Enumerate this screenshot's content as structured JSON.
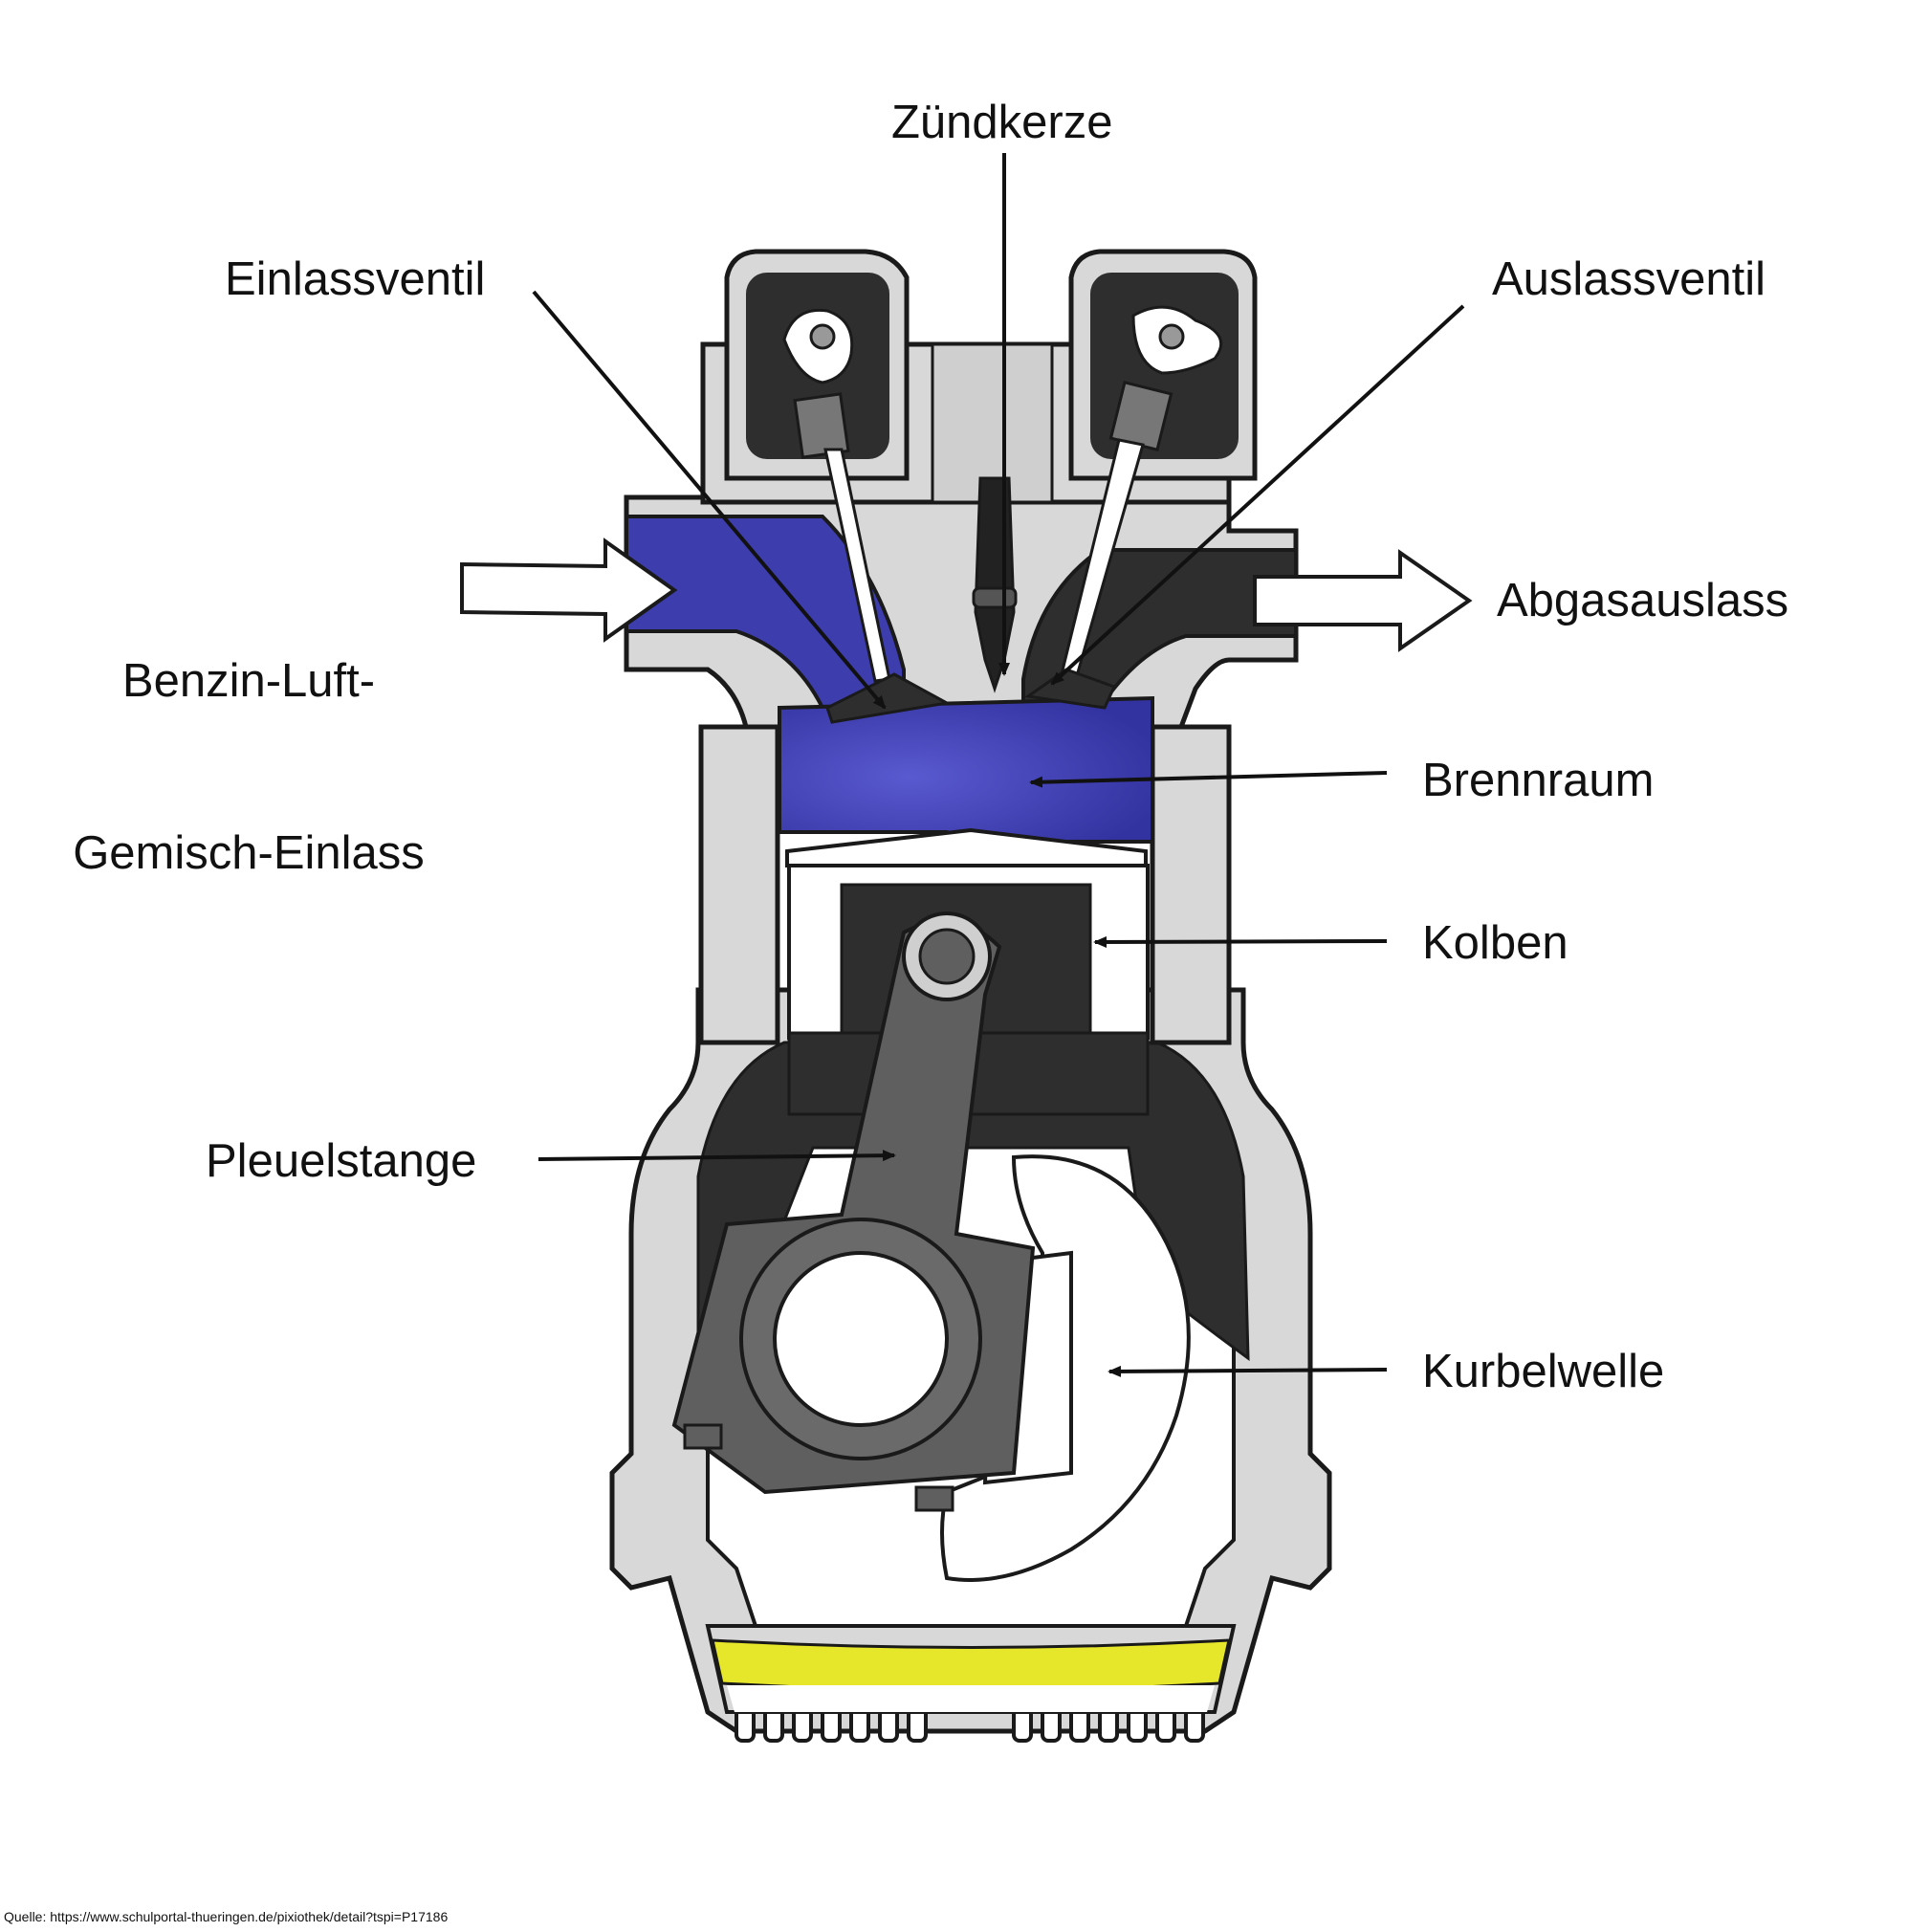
{
  "labels": {
    "zuendkerze": "Zündkerze",
    "einlassventil": "Einlassventil",
    "auslassventil": "Auslassventil",
    "einlass_line1": "Benzin-Luft-",
    "einlass_line2": "Gemisch-Einlass",
    "abgasauslass": "Abgasauslass",
    "brennraum": "Brennraum",
    "kolben": "Kolben",
    "pleuelstange": "Pleuelstange",
    "kurbelwelle": "Kurbelwelle"
  },
  "source": "Quelle: https://www.schulportal-thueringen.de/pixiothek/detail?tspi=P17186",
  "colors": {
    "mixture": "#3d3dae",
    "housing": "#d8d8d8",
    "dark": "#2e2e2e",
    "rod": "#5f5f5f",
    "oil": "#e6e62a",
    "outline": "#1a1a1a"
  }
}
